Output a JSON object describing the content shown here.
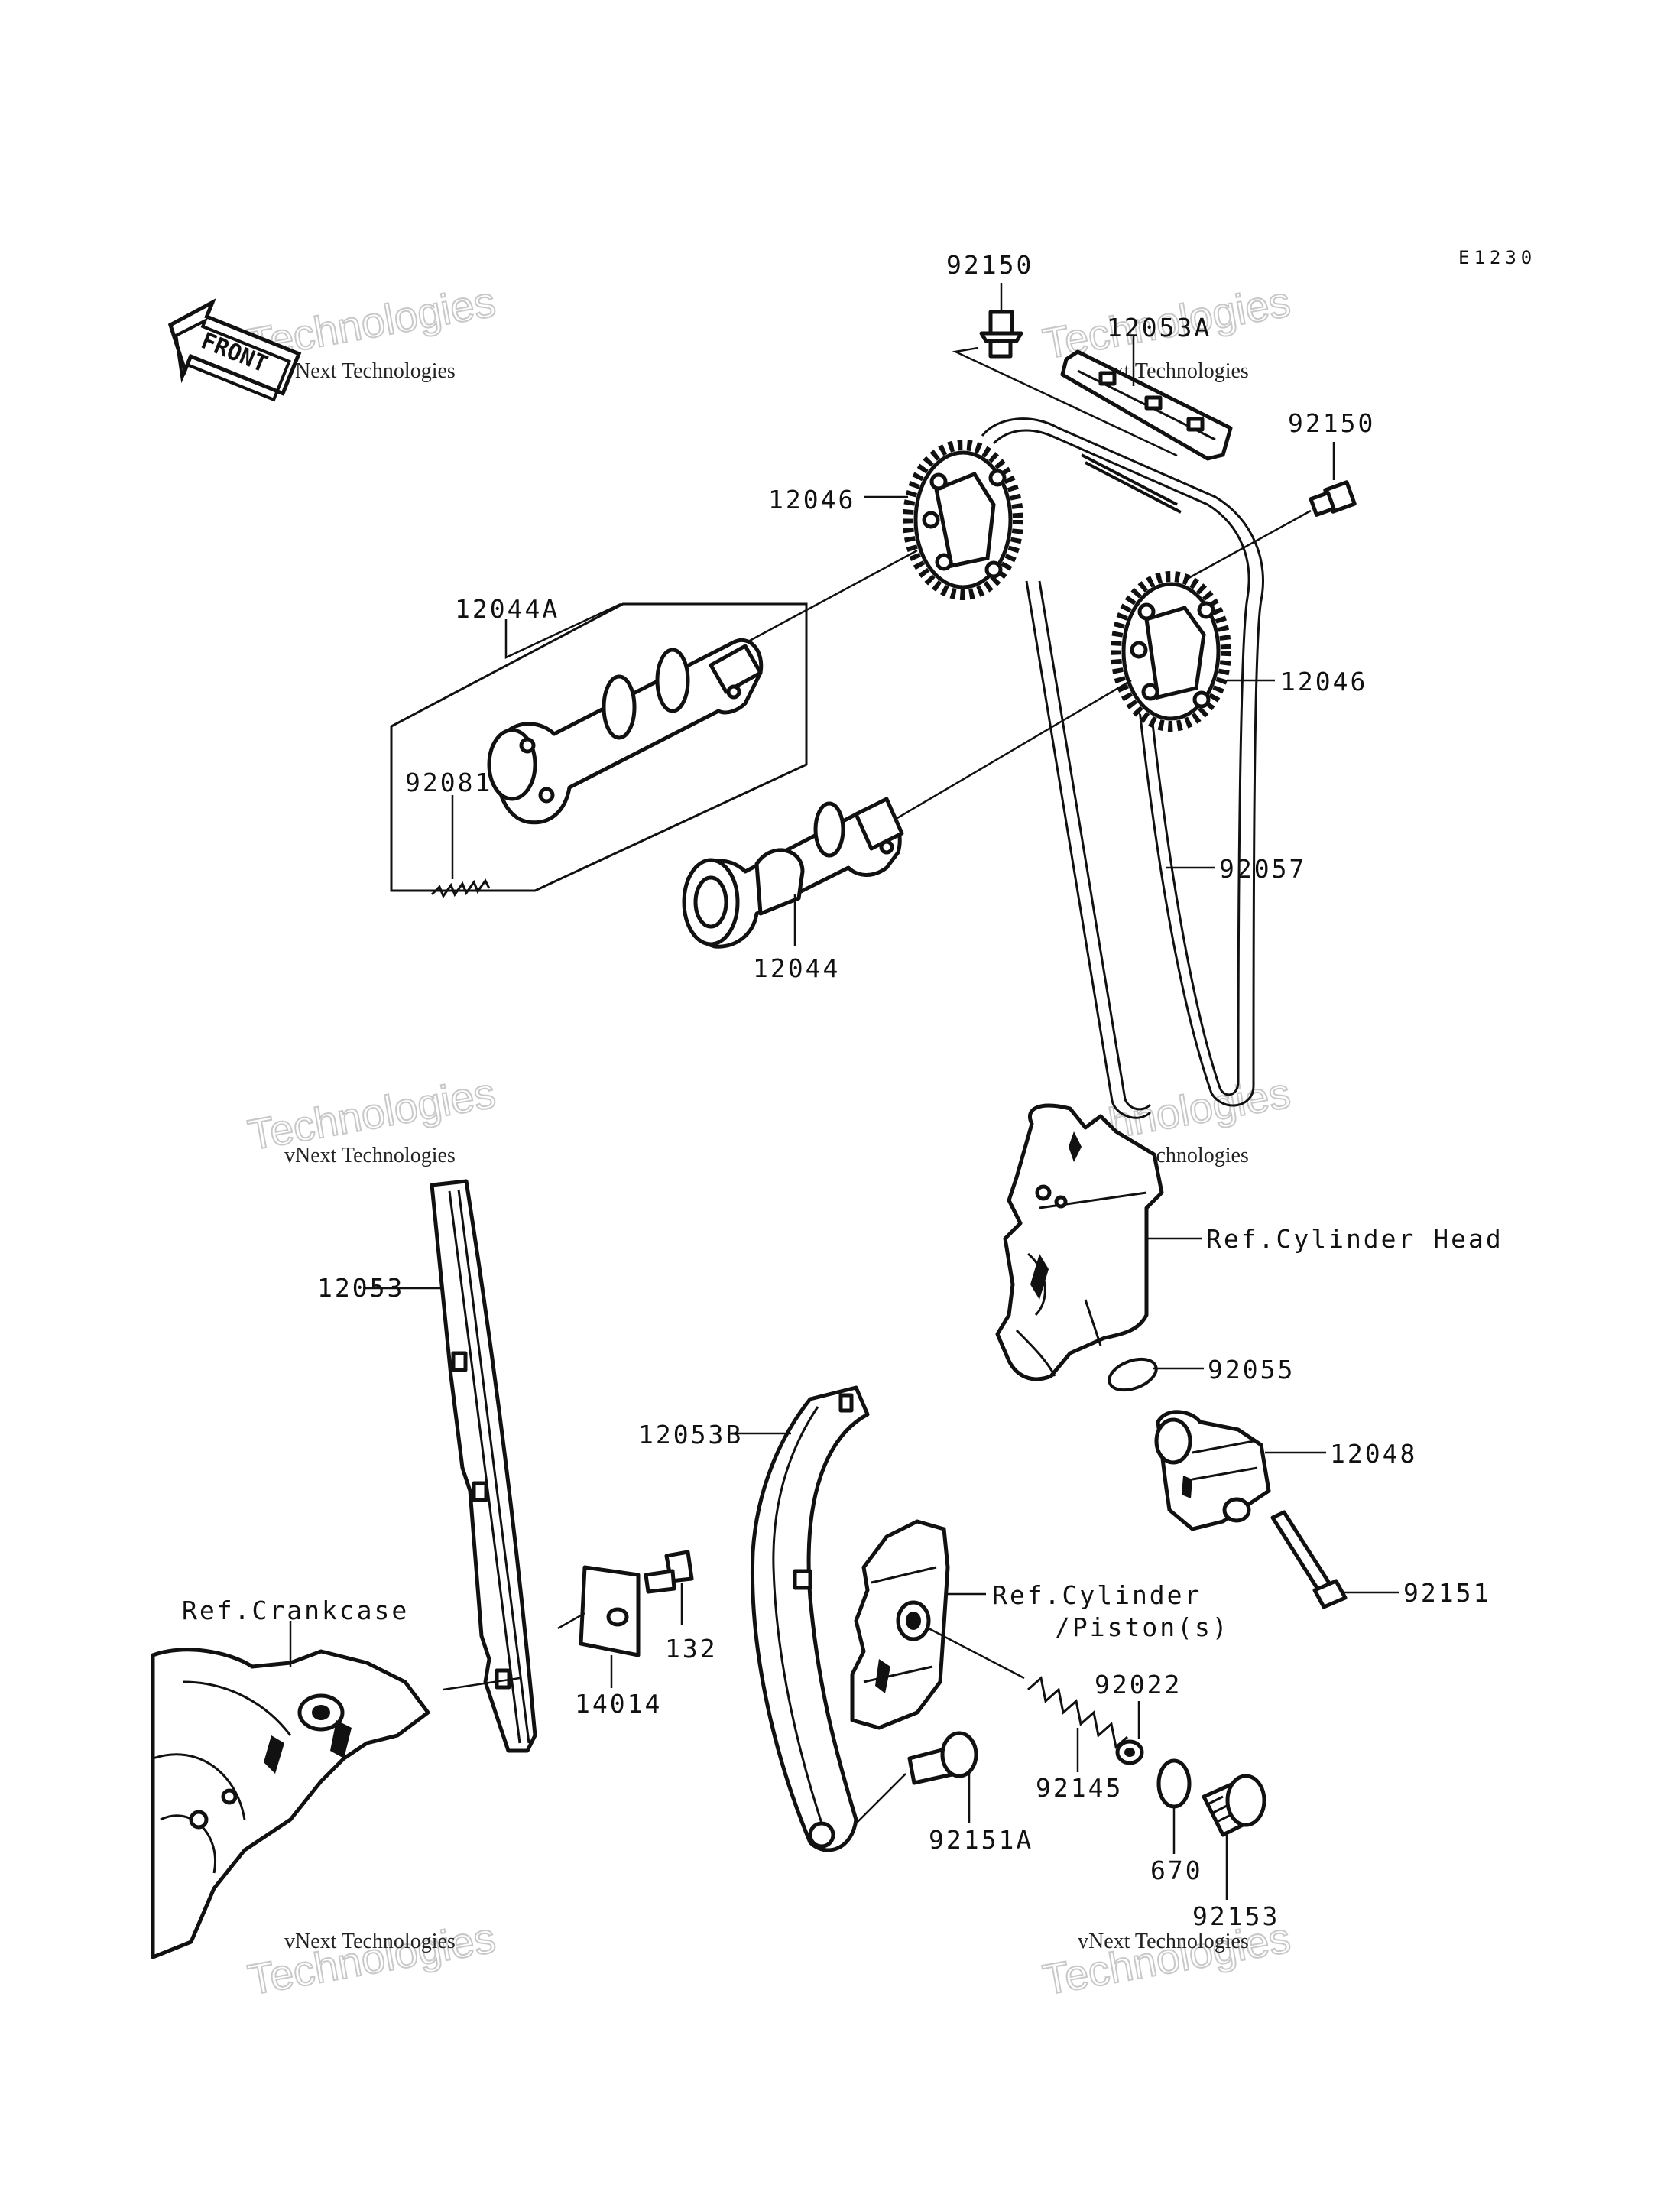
{
  "diagram_code": "E1230",
  "front_label": "FRONT",
  "callouts": {
    "bolt_top": "92150",
    "guide_top": "12053A",
    "bolt_right": "92150",
    "sprocket_upper": "12046",
    "camshaft_exhaust": "12044A",
    "sprocket_lower": "12046",
    "spring": "92081",
    "chain": "92057",
    "camshaft_intake": "12044",
    "cylinder_head": "Ref.Cylinder Head",
    "guide_front": "12053",
    "gasket_tensioner": "92055",
    "guide_rear": "12053B",
    "tensioner": "12048",
    "bolt_tensioner": "92151",
    "crankcase": "Ref.Crankcase",
    "cylinder_piston_1": "Ref.Cylinder",
    "cylinder_piston_2": "/Piston(s)",
    "washer": "92022",
    "bolt_small": "132",
    "plate": "14014",
    "spring_tensioner": "92145",
    "pivot_bolt": "92151A",
    "oring": "670",
    "cap_bolt": "92153"
  },
  "watermarks": [
    {
      "line1": "vNext Technologies",
      "line2": "Technologies"
    },
    {
      "line1": "vNext Technologies",
      "line2": "Technologies"
    },
    {
      "line1": "vNext Technologies",
      "line2": "Technologies"
    },
    {
      "line1": "vNext Technologies",
      "line2": "Technologies"
    },
    {
      "line1": "vNext Technologies",
      "line2": "Technologies"
    },
    {
      "line1": "vNext Technologies",
      "line2": "Technologies"
    }
  ]
}
